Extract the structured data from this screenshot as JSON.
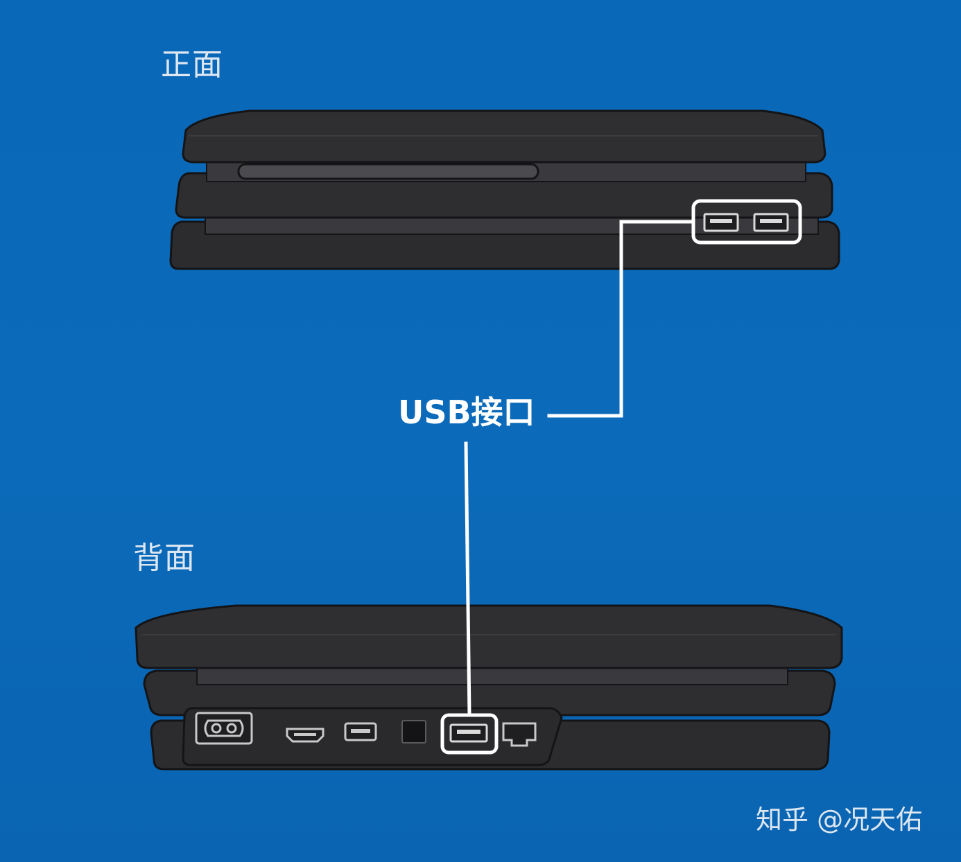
{
  "labels": {
    "front": "正面",
    "back": "背面",
    "callout": "USB接口",
    "watermark": "知乎 @况天佑"
  },
  "colors": {
    "background": "#0A68B8",
    "console_body": "#2E2E31",
    "console_edge": "#1A1A1C",
    "callout": "#FFFFFF"
  },
  "icons": [
    "disc-slot-icon",
    "usb-port-icon",
    "power-socket-icon",
    "hdmi-port-icon",
    "aux-port-icon",
    "optical-audio-port-icon",
    "ethernet-port-icon"
  ]
}
